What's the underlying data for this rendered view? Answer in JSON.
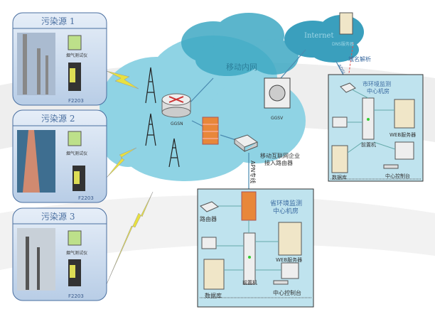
{
  "sources": [
    {
      "title": "污染源 1",
      "analyzer": "烟气测试仪",
      "device": "F2203"
    },
    {
      "title": "污染源 2",
      "analyzer": "烟气测试仪",
      "device": "F2203"
    },
    {
      "title": "污染源 3",
      "analyzer": "烟气测试仪",
      "device": "F2203"
    }
  ],
  "network": {
    "mobile_intranet": "移动内网",
    "ggsn": "GGSN",
    "ggsv": "GGSV",
    "internet": "Internet",
    "dns_server": "DNS服务器",
    "domain_resolution": "域名解析",
    "adsl": "ADSL",
    "enterprise_router": [
      "移动互联网企业",
      "接入路由器"
    ],
    "apn_line": "APN专线"
  },
  "city_center": {
    "title": [
      "市环境监测",
      "中心机房"
    ],
    "web_server": "WEB服务器",
    "front_end": "前置机",
    "database": "数据库",
    "console": "中心控制台"
  },
  "province_center": {
    "title": [
      "省环境监测",
      "中心机房"
    ],
    "router": "路由器",
    "web_server": "WEB服务器",
    "front_end": "前置机",
    "database": "数据库",
    "console": "中心控制台"
  },
  "colors": {
    "cloud": "#8fd3e4",
    "dark_cloud": "#3fa9c4",
    "panel": "#c8d8ec",
    "room": "#bfe3ee",
    "firewall": "#e8873a",
    "lightning": "#e8e040"
  }
}
